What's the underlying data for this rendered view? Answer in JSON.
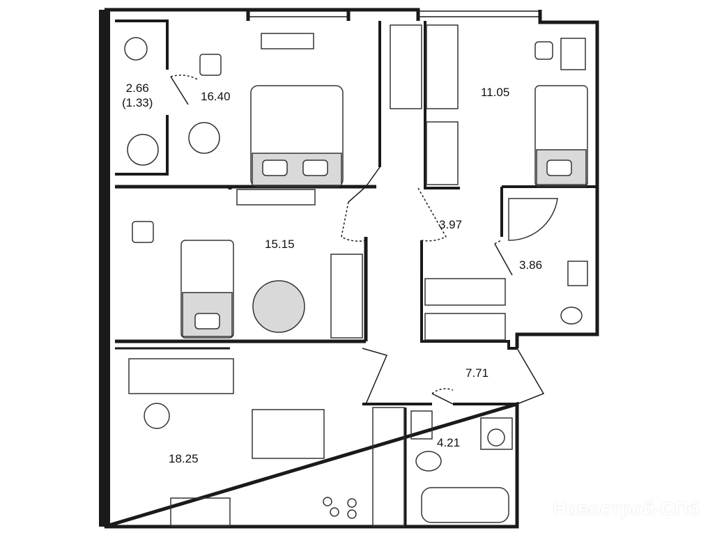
{
  "plan": {
    "rooms": [
      {
        "name": "balcony",
        "area": "2.66",
        "sub": "(1.33)"
      },
      {
        "name": "bedroom-1",
        "area": "16.40"
      },
      {
        "name": "bedroom-2",
        "area": "11.05"
      },
      {
        "name": "hall-1",
        "area": "3.97"
      },
      {
        "name": "bedroom-3",
        "area": "15.15"
      },
      {
        "name": "bathroom-1",
        "area": "3.86"
      },
      {
        "name": "hall-2",
        "area": "7.71"
      },
      {
        "name": "bathroom-2",
        "area": "4.21"
      },
      {
        "name": "kitchen-living",
        "area": "18.25"
      }
    ],
    "colors": {
      "wall": "#1a1a1a",
      "furniture": "#333333",
      "fill": "#d9d9d9"
    }
  },
  "watermark": "Новострой-СПб"
}
